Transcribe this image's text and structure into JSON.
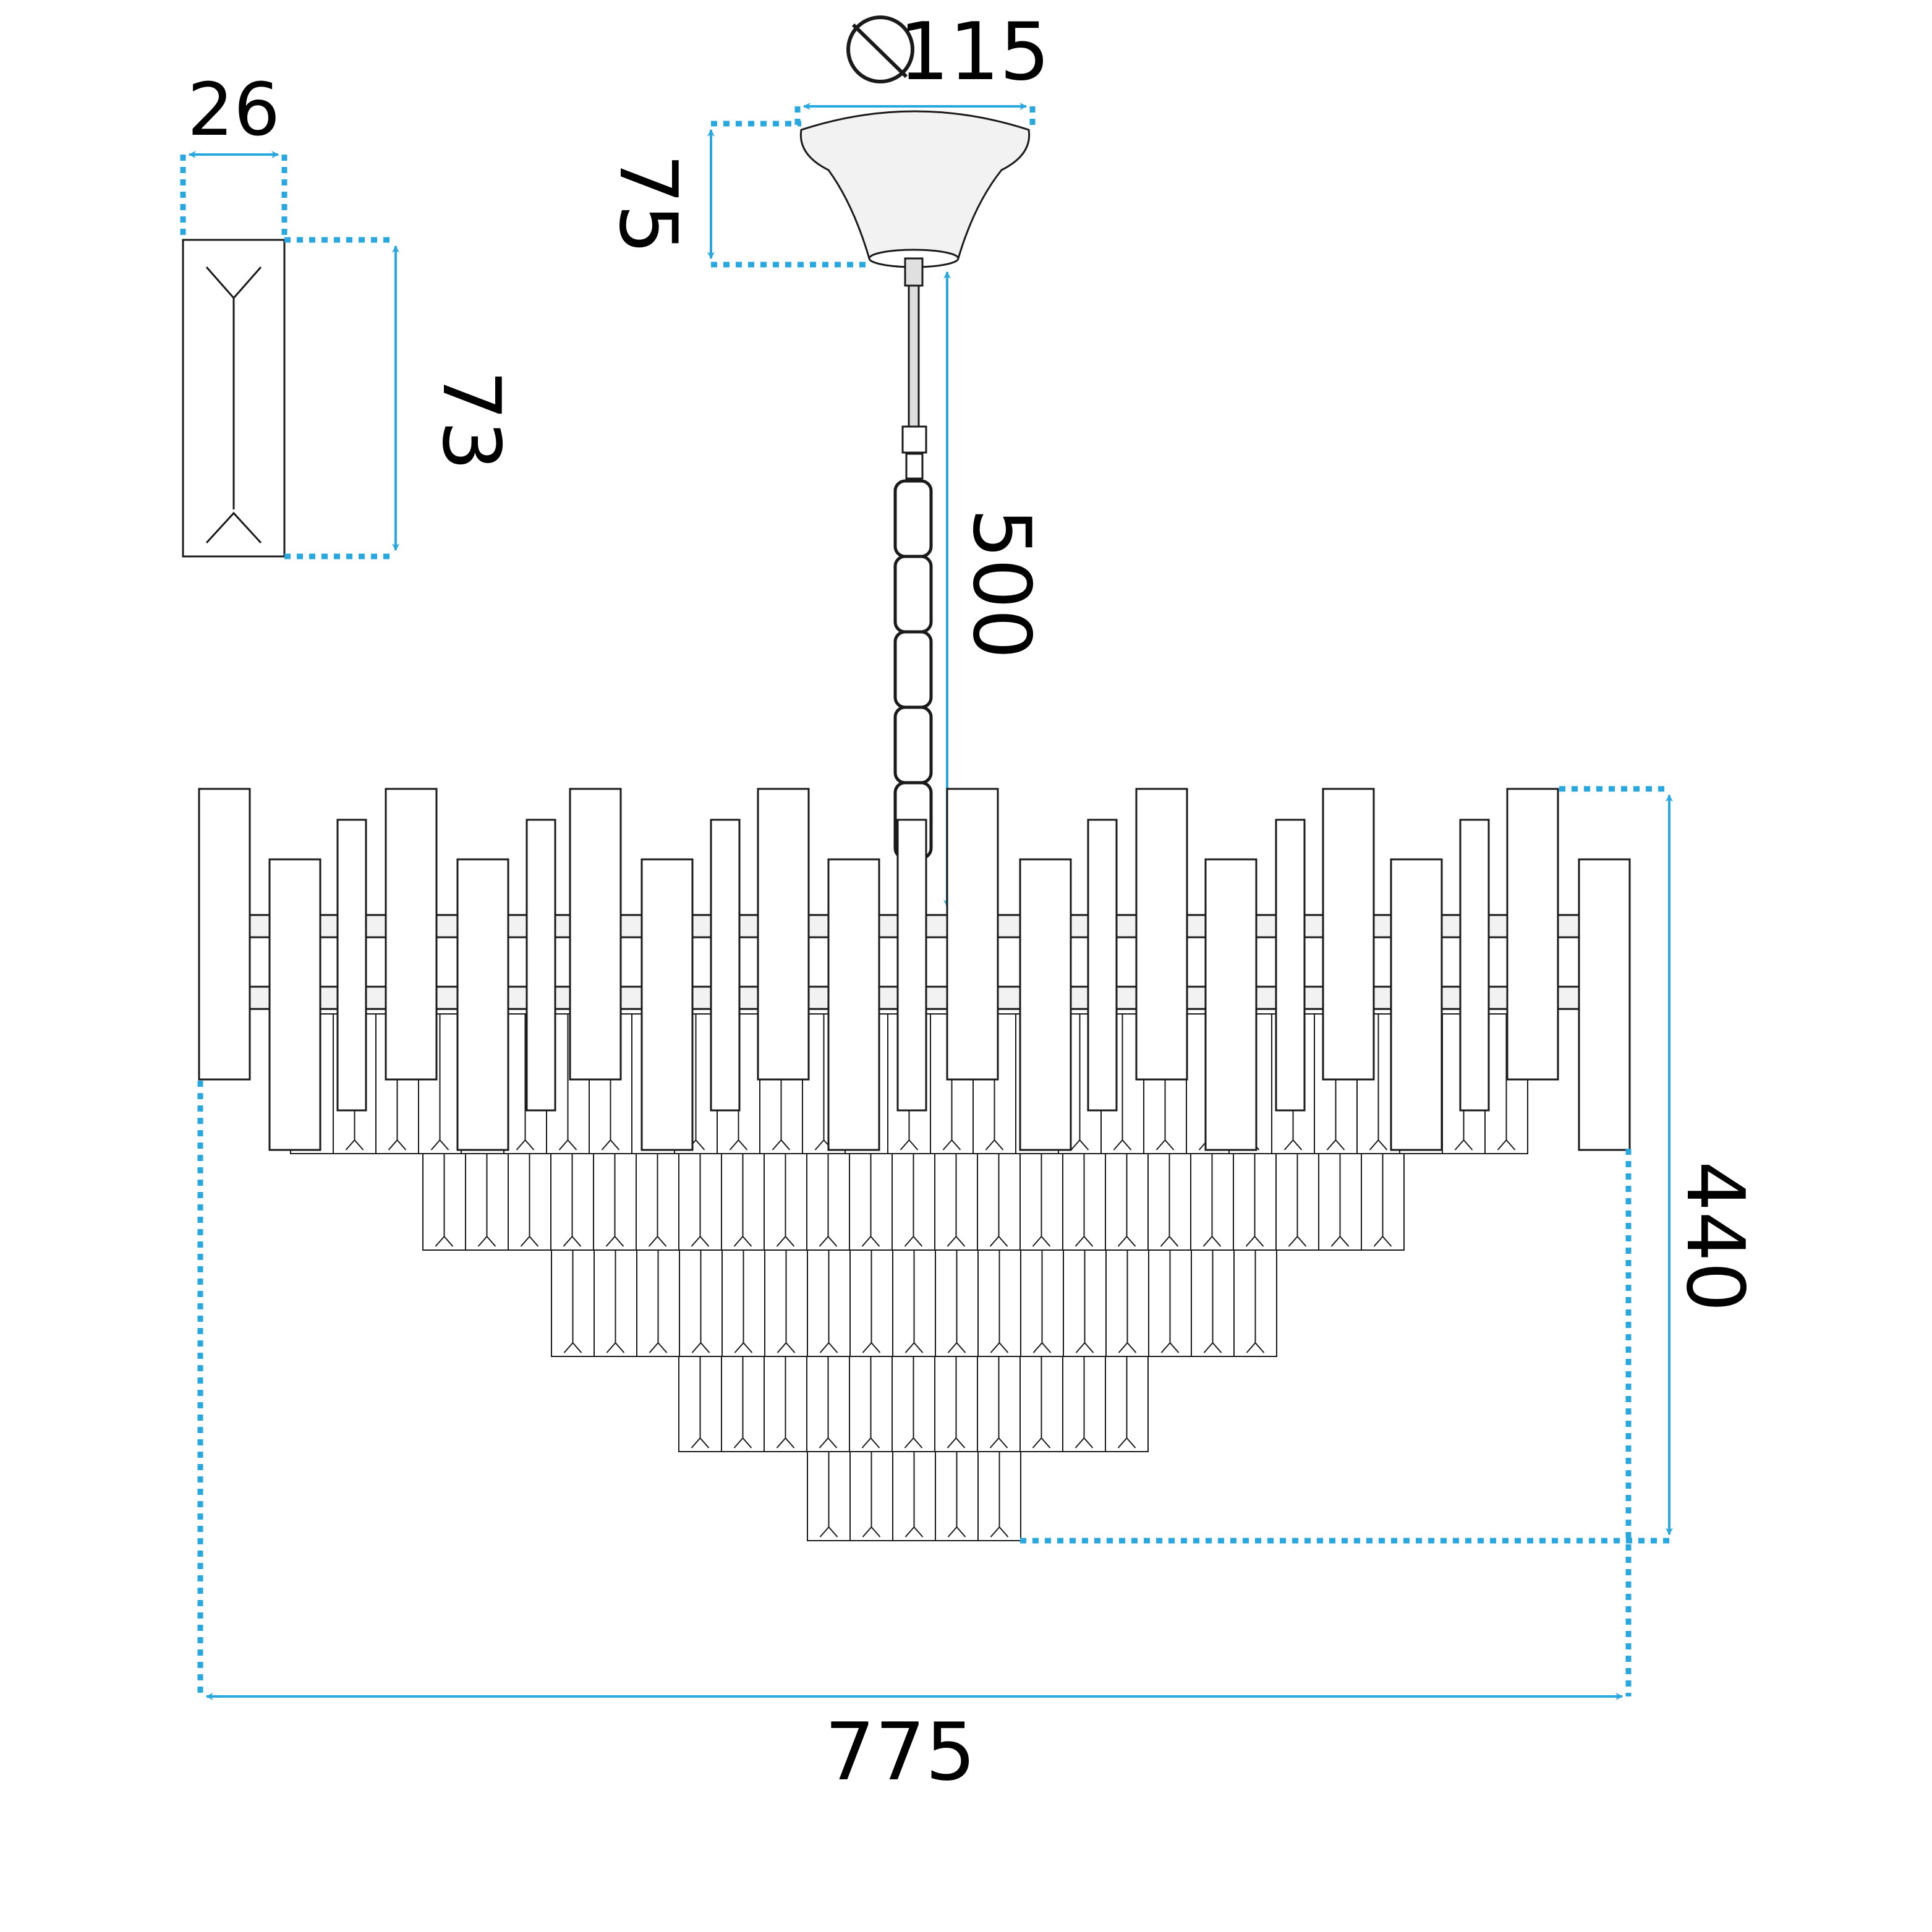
{
  "diagram": {
    "colors": {
      "line": "#1a1a1a",
      "dimension": "#29a8df",
      "canopy_fill": "#f2f2f2",
      "background": "#ffffff"
    },
    "dimensions": {
      "canopy_diameter": "115",
      "canopy_height": "75",
      "suspension_length": "500",
      "crystal_width": "26",
      "crystal_height": "73",
      "body_height": "440",
      "body_width": "775"
    },
    "diameter_symbol": "diameter-icon"
  }
}
